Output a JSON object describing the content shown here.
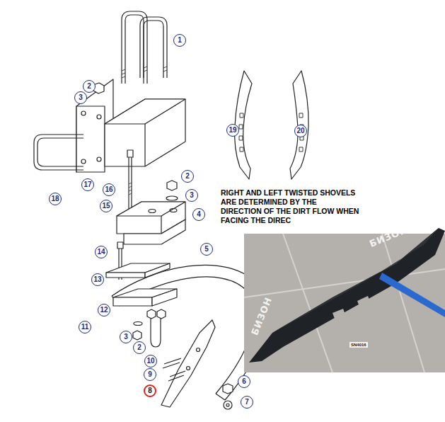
{
  "diagram": {
    "nodes": [
      {
        "text": [
          "1"
        ]
      },
      {
        "text": [
          "2"
        ]
      },
      {
        "text": [
          "3"
        ]
      },
      {
        "text": [
          "19"
        ]
      },
      {
        "text": [
          "20"
        ]
      },
      {
        "text": [
          "2"
        ]
      },
      {
        "text": [
          "17"
        ]
      },
      {
        "text": [
          "16"
        ]
      },
      {
        "text": [
          "3"
        ]
      },
      {
        "text": [
          "18"
        ]
      },
      {
        "text": [
          "15"
        ]
      },
      {
        "text": [
          "4"
        ]
      },
      {
        "text": [
          "5"
        ]
      },
      {
        "text": [
          "14"
        ]
      },
      {
        "text": [
          "13"
        ]
      },
      {
        "text": [
          "12"
        ]
      },
      {
        "text": [
          "11"
        ]
      },
      {
        "text": [
          "3"
        ]
      },
      {
        "text": [
          "2"
        ]
      },
      {
        "text": [
          "10"
        ]
      },
      {
        "text": [
          "9"
        ]
      },
      {
        "text": [
          "6"
        ]
      },
      {
        "text": [
          "8"
        ]
      },
      {
        "text": [
          "7"
        ]
      }
    ],
    "edges": [],
    "labels": [
      "RIGHT AND LEFT TWISTED SHOVELS ARE DETERMINED BY THE DIRECTION OF THE DIRT FLOW WHEN FACING THE DIREC",
      "SN4016",
      "БИЗОН",
      "БИЗОН"
    ]
  }
}
